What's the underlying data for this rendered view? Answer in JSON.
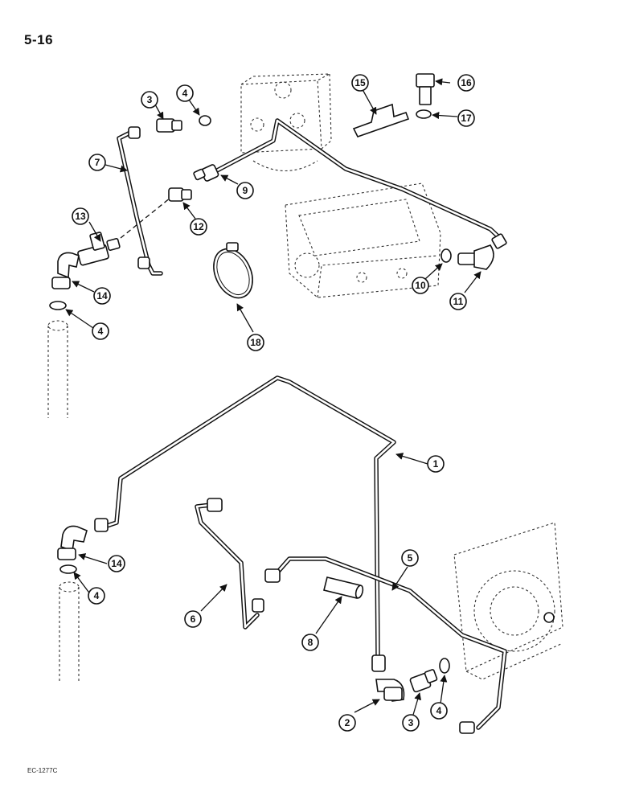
{
  "page": {
    "number": "5-16",
    "figure_code": "EC-1277C"
  },
  "callouts": {
    "c1": "1",
    "c2": "2",
    "c3a": "3",
    "c3b": "3",
    "c4a": "4",
    "c4b": "4",
    "c4c": "4",
    "c4d": "4",
    "c5": "5",
    "c6": "6",
    "c7": "7",
    "c8": "8",
    "c9": "9",
    "c10": "10",
    "c11": "11",
    "c12": "12",
    "c13": "13",
    "c14a": "14",
    "c14b": "14",
    "c15": "15",
    "c16": "16",
    "c17": "17",
    "c18": "18"
  }
}
